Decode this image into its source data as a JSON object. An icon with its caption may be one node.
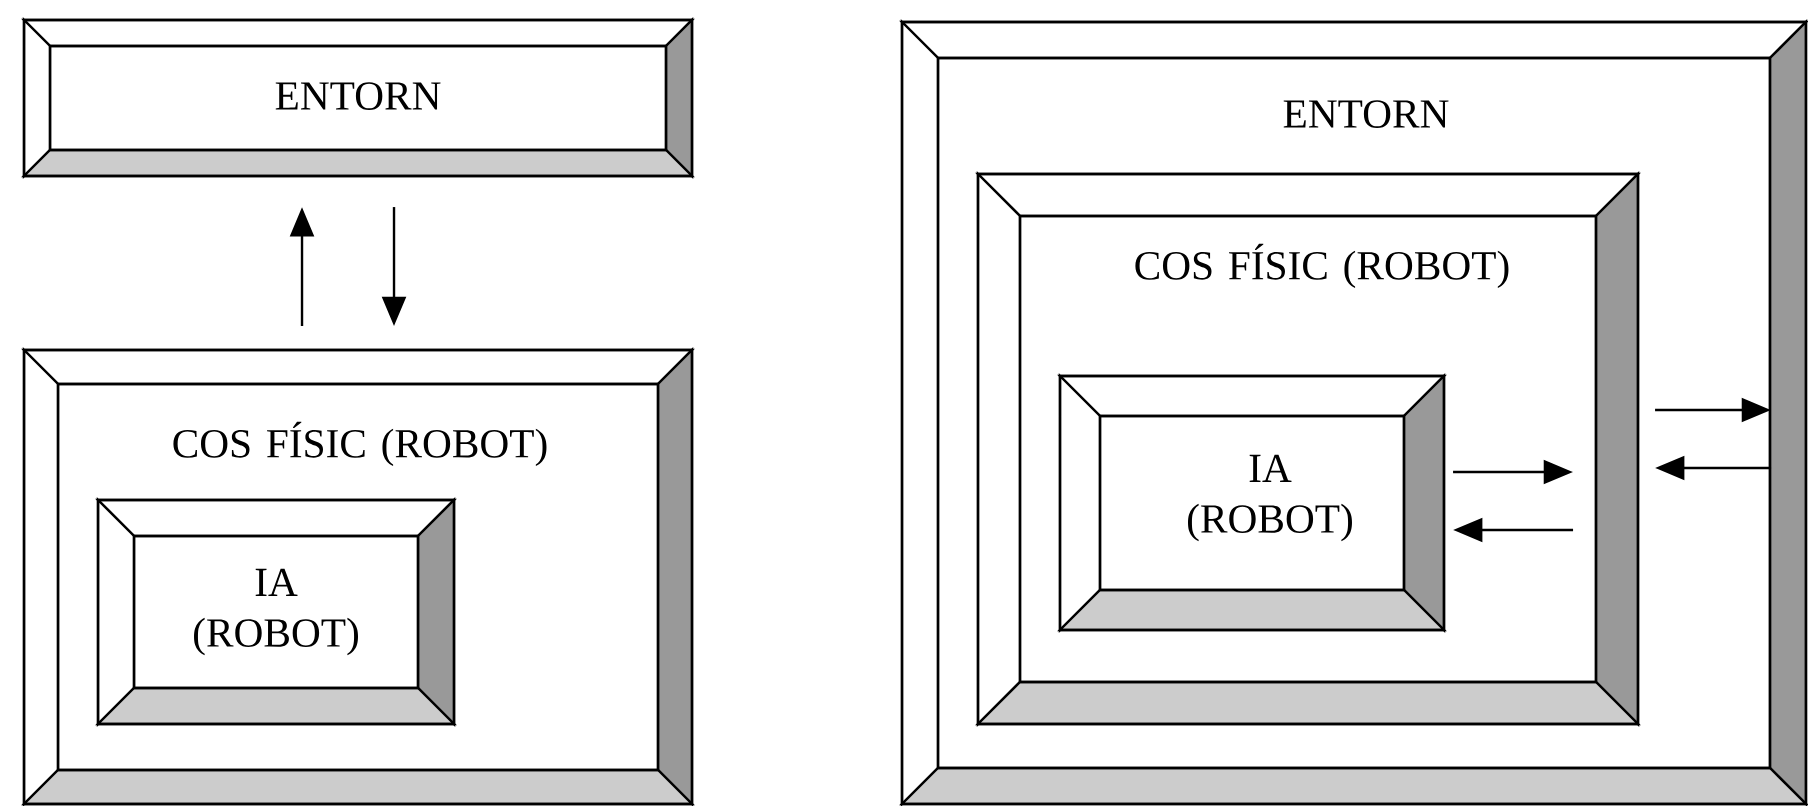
{
  "diagram": {
    "nodes": [
      {
        "text": [
          "ENTORN"
        ]
      },
      {
        "text": [
          "COS FÍSIC (ROBOT)"
        ]
      },
      {
        "text": [
          "IA (ROBOT)"
        ],
        "in": 1
      },
      {
        "text": [
          "ENTORN"
        ]
      },
      {
        "text": [
          "COS FÍSIC (ROBOT)"
        ],
        "in": 3
      },
      {
        "text": [
          "IA (ROBOT)"
        ],
        "in": 4
      }
    ],
    "edges": [
      {
        "from": 1,
        "to": 0,
        "arrow": "to"
      },
      {
        "from": 0,
        "to": 1,
        "arrow": "to"
      },
      {
        "from": 5,
        "to": 4,
        "arrow": "to"
      },
      {
        "from": 4,
        "to": 5,
        "arrow": "to"
      },
      {
        "from": 4,
        "to": 3,
        "arrow": "to"
      },
      {
        "from": 3,
        "to": 4,
        "arrow": "to"
      }
    ]
  }
}
